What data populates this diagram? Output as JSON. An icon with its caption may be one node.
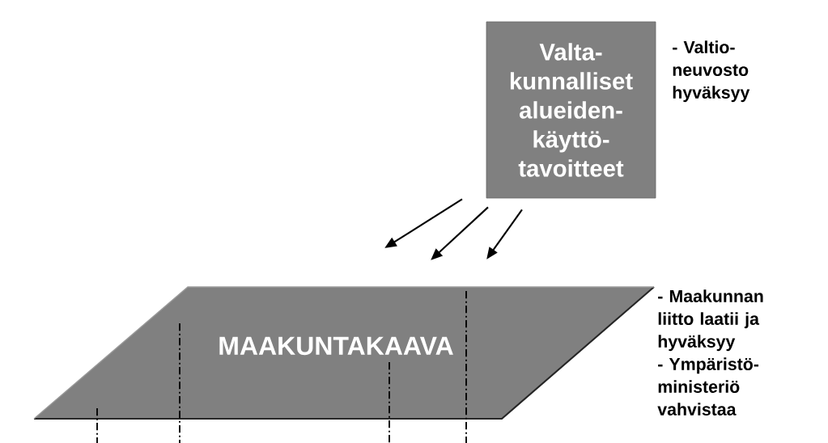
{
  "diagram": {
    "nodes": [
      {
        "text": [
          "Valta-kunnalliset alueiden-käyttö-tavoitteet"
        ],
        "beside": [
          "- Valtio-neuvosto hyväksyy"
        ]
      },
      {
        "text": [
          "MAAKUNTAKAAVA"
        ],
        "beside": [
          "- Maakunnan liitto laatii ja hyväksyy",
          "- Ympäristö-ministeriö vahvistaa"
        ]
      }
    ],
    "edges": [
      {
        "from": 0,
        "to": 1,
        "arrow": "to"
      },
      {
        "from": 0,
        "to": 1,
        "arrow": "to"
      },
      {
        "from": 0,
        "to": 1,
        "arrow": "to"
      }
    ]
  }
}
